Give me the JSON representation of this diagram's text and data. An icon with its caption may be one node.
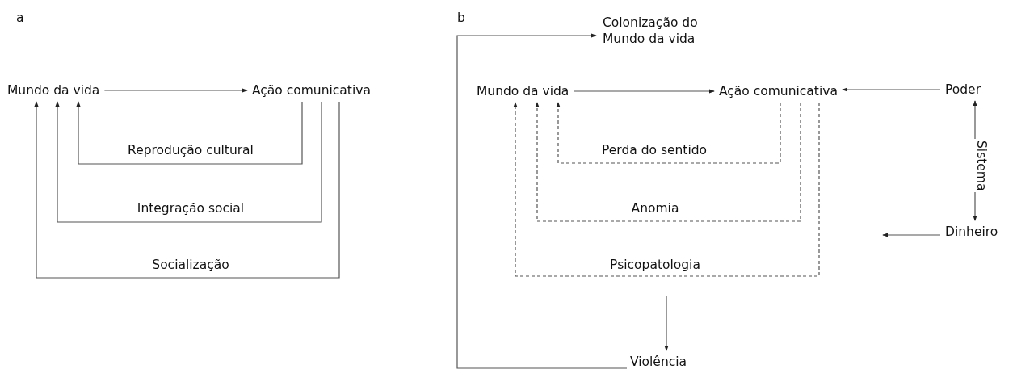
{
  "diagram": {
    "nodes": [
      {
        "text": [
          "Mundo da vida"
        ]
      },
      {
        "text": [
          "Ação comunicativa"
        ]
      },
      {
        "text": [
          "Colonização do Mundo da vida"
        ]
      },
      {
        "text": [
          "Mundo da vida"
        ]
      },
      {
        "text": [
          "Ação comunicativa"
        ]
      },
      {
        "text": [
          "Poder"
        ]
      },
      {
        "text": [
          "Dinheiro"
        ]
      },
      {
        "text": [
          "Violência"
        ]
      }
    ],
    "edges": [
      {
        "from": 0,
        "to": 1,
        "arrow": "to"
      },
      {
        "from": 1,
        "to": 0,
        "arrow": "to",
        "label": "Reprodução cultural"
      },
      {
        "from": 1,
        "to": 0,
        "arrow": "to",
        "label": "Integração social"
      },
      {
        "from": 1,
        "to": 0,
        "arrow": "to",
        "label": "Socialização"
      },
      {
        "from": 3,
        "to": 4,
        "arrow": "to"
      },
      {
        "from": 4,
        "to": 3,
        "arrow": "to",
        "label": "Perda do sentido",
        "style": "dashed"
      },
      {
        "from": 4,
        "to": 3,
        "arrow": "to",
        "label": "Anomia",
        "style": "dashed"
      },
      {
        "from": 4,
        "to": 3,
        "arrow": "to",
        "label": "Psicopatologia",
        "style": "dashed"
      },
      {
        "from": 5,
        "to": 4,
        "arrow": "to"
      },
      {
        "from": 5,
        "to": 6,
        "arrow": "both",
        "label": "Sistema"
      },
      {
        "from": 6,
        "to": null,
        "arrow": "to"
      },
      {
        "from": null,
        "to": 7,
        "arrow": "to"
      },
      {
        "from": 7,
        "to": 2,
        "arrow": "to"
      }
    ],
    "labels": [
      "a",
      "b"
    ]
  }
}
